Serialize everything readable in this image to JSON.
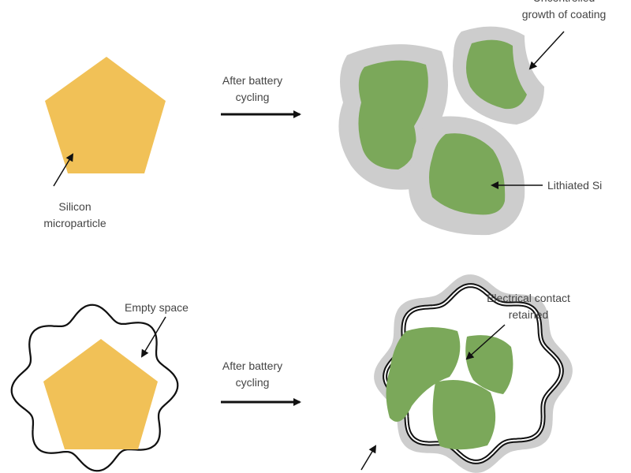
{
  "colors": {
    "silicon": "#f1c157",
    "lithiated": "#7ba85a",
    "coating": "#cdcdcd",
    "arrow": "#111111"
  },
  "top": {
    "particle_label_1": "Silicon",
    "particle_label_2": "microparticle",
    "process_1": "After battery",
    "process_2": "cycling",
    "coating_label_1": "Uncontrolled",
    "coating_label_2": "growth of coating",
    "lithiated_label": "Lithiated Si"
  },
  "bottom": {
    "empty_label": "Empty space",
    "process_1": "After battery",
    "process_2": "cycling",
    "contact_label_1": "Electrical contact",
    "contact_label_2": "retained"
  }
}
